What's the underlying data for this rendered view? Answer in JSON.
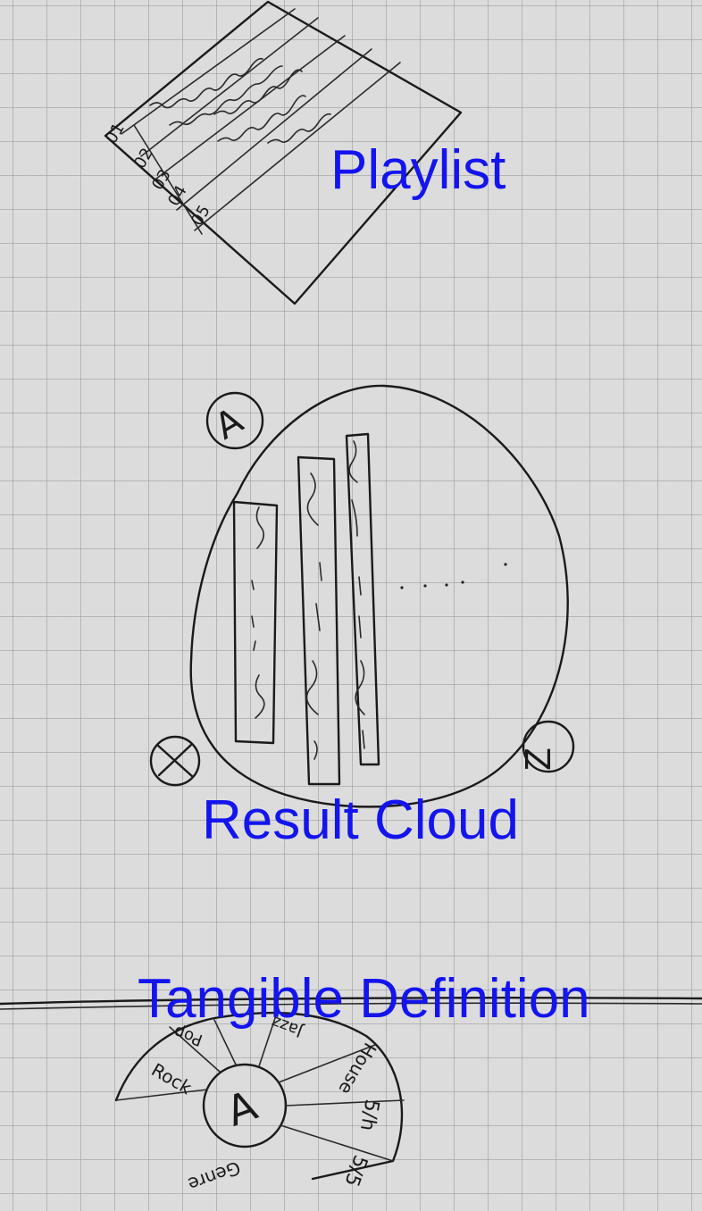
{
  "labels": {
    "playlist": "Playlist",
    "result_cloud": "Result Cloud",
    "tangible_definition": "Tangible Definition"
  },
  "playlist": {
    "rows": [
      "01",
      "02",
      "03",
      "04",
      "05"
    ]
  },
  "result_cloud": {
    "markers": [
      "A",
      "Z"
    ]
  },
  "tangible": {
    "center": "A",
    "sectors": [
      "Rock",
      "Pop",
      "Jazz",
      "House",
      "5/h",
      "5/5"
    ],
    "caption": "Genre"
  },
  "colors": {
    "label_blue": "#1414ee",
    "paper": "#dcdcdc",
    "ink": "#1a1a1a"
  }
}
